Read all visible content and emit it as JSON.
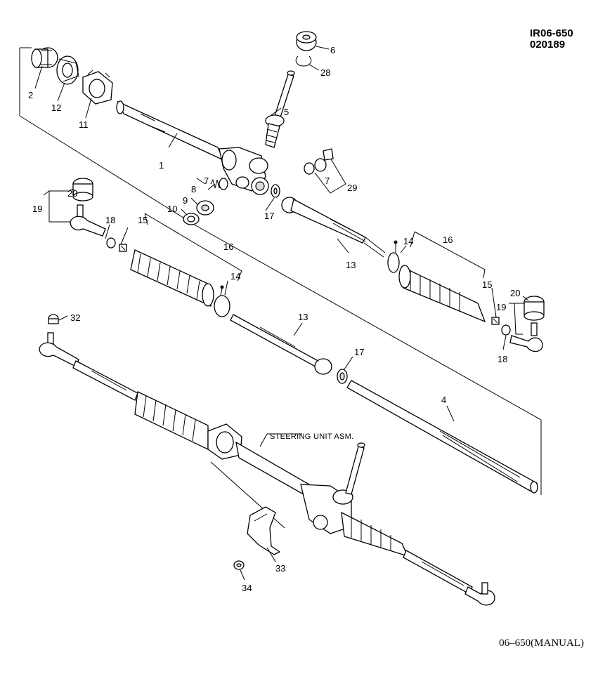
{
  "header": {
    "code_line1": "IR06-650",
    "code_line2": "020189"
  },
  "footer": {
    "caption": "06–650(MANUAL)"
  },
  "assembly_label": "STEERING UNIT ASM.",
  "callouts": {
    "c1": "1",
    "c2": "2",
    "c4": "4",
    "c5": "5",
    "c6": "6",
    "c7a": "7",
    "c7b": "7",
    "c8": "8",
    "c9": "9",
    "c10": "10",
    "c11": "11",
    "c12": "12",
    "c13a": "13",
    "c13b": "13",
    "c14a": "14",
    "c14b": "14",
    "c15a": "15",
    "c15b": "15",
    "c16a": "16",
    "c16b": "16",
    "c17a": "17",
    "c17b": "17",
    "c18a": "18",
    "c18b": "18",
    "c19a": "19",
    "c19b": "19",
    "c20a": "20",
    "c20b": "20",
    "c28": "28",
    "c29": "29",
    "c32": "32",
    "c33": "33",
    "c34": "34"
  }
}
